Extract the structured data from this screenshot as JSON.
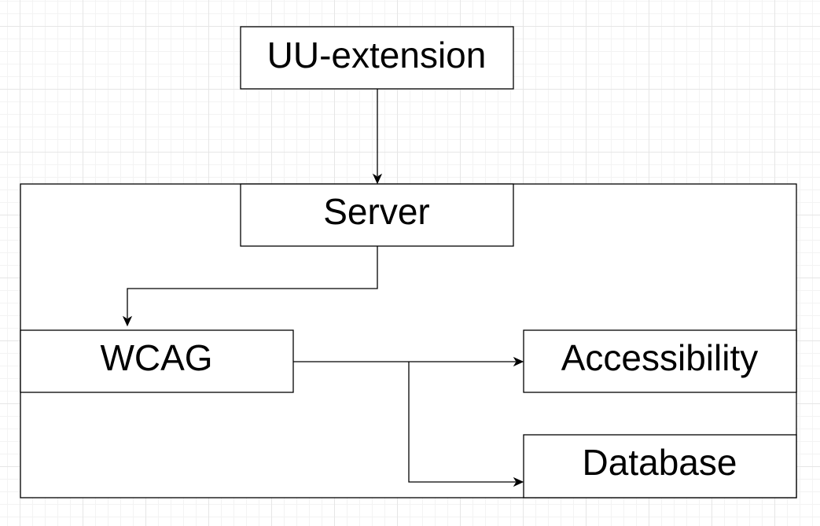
{
  "diagram": {
    "nodes": {
      "uu_extension": "UU-extension",
      "server": "Server",
      "wcag": "WCAG",
      "accessibility": "Accessibility",
      "database": "Database"
    },
    "edges": [
      {
        "from": "UU-extension",
        "to": "Server"
      },
      {
        "from": "Server",
        "to": "WCAG"
      },
      {
        "from": "WCAG",
        "to": "Accessibility"
      },
      {
        "from": "WCAG",
        "to": "Database"
      }
    ],
    "colors": {
      "stroke": "#000000",
      "fill": "#ffffff",
      "grid": "#e6e6e6"
    }
  }
}
